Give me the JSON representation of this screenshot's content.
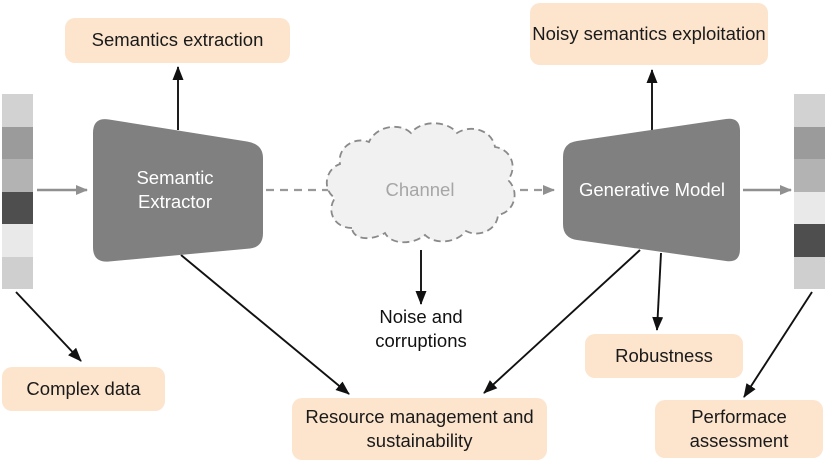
{
  "colors": {
    "box_bg": "#fce4cd",
    "shape_gray": "#808080",
    "cloud_fill": "#f1f1f1",
    "cloud_stroke": "#8a8a8a",
    "black_arrow": "#111111",
    "gray_arrow": "#909090",
    "channel_text": "#a6a6a6"
  },
  "nodes": {
    "semantic_extractor": {
      "label": "Semantic Extractor"
    },
    "generative_model": {
      "label": "Generative Model"
    },
    "channel": {
      "label": "Channel"
    }
  },
  "annotations": {
    "semantics_extraction": {
      "label": "Semantics extraction"
    },
    "noisy_semantics_exploitation": {
      "label": "Noisy semantics exploitation"
    },
    "complex_data": {
      "label": "Complex data"
    },
    "resource_management": {
      "label": "Resource management and sustainability"
    },
    "robustness": {
      "label": "Robustness"
    },
    "performance_assessment": {
      "label": "Performace assessment"
    },
    "noise_and_corruptions": {
      "label": "Noise and corruptions"
    }
  },
  "input_bar": {
    "colors": [
      "#d2d2d2",
      "#9b9b9b",
      "#b3b3b3",
      "#4e4e4e",
      "#e9e9e9",
      "#cfcfcf"
    ]
  },
  "output_bar": {
    "colors": [
      "#d2d2d2",
      "#9b9b9b",
      "#b3b3b3",
      "#e9e9e9",
      "#4e4e4e",
      "#cfcfcf"
    ]
  }
}
